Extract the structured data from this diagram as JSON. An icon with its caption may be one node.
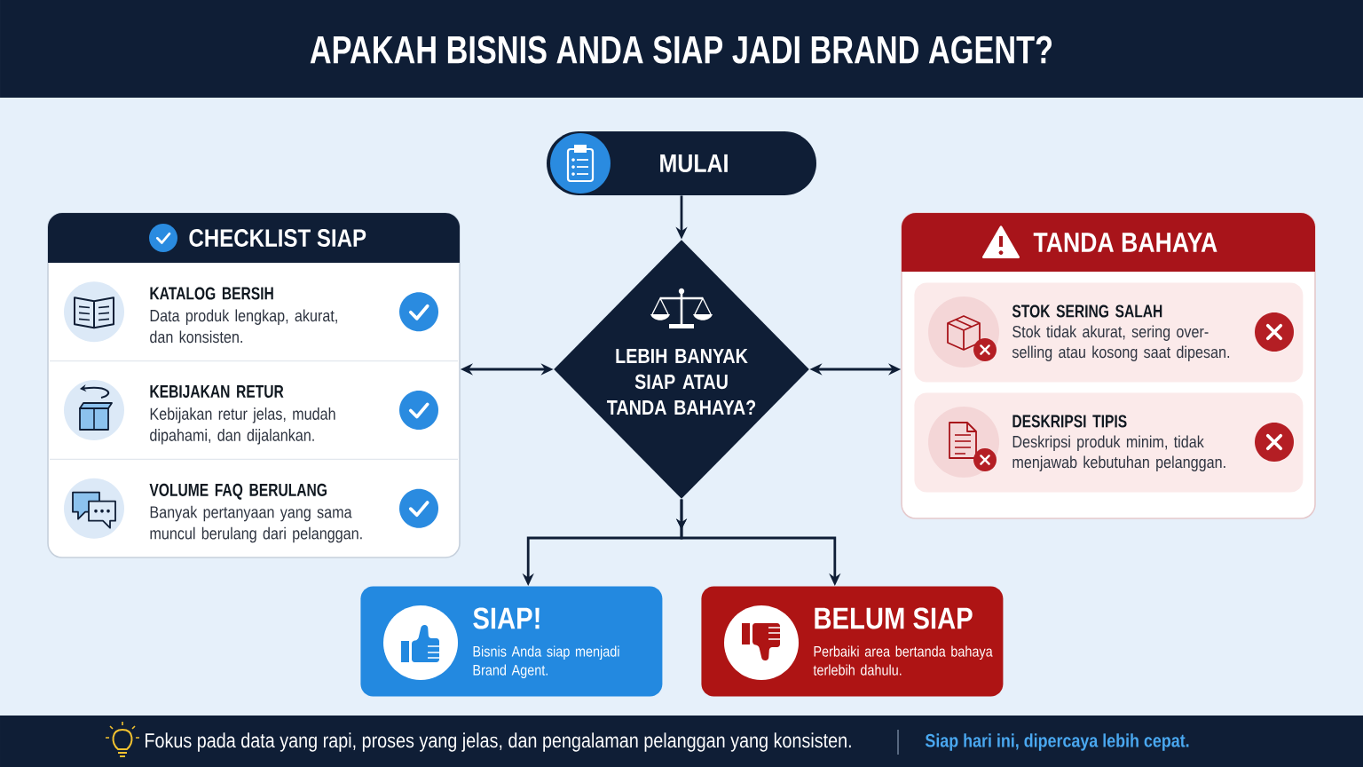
{
  "diagram": {
    "title": "APAKAH BISNIS ANDA SIAP JADI BRAND AGENT?",
    "nodes": [
      {
        "text": [
          "MULAI"
        ]
      },
      {
        "text": [
          "CHECKLIST SIAP"
        ]
      },
      {
        "text": [
          "KATALOG BERSIH",
          "Data produk lengkap, akurat, dan konsisten."
        ],
        "in": 1
      },
      {
        "text": [
          "KEBIJAKAN RETUR",
          "Kebijakan retur jelas, mudah dipahami, dan dijalankan."
        ],
        "in": 1
      },
      {
        "text": [
          "VOLUME FAQ BERULANG",
          "Banyak pertanyaan yang sama muncul berulang dari pelanggan."
        ],
        "in": 1
      },
      {
        "text": [
          "LEBIH BANYAK SIAP ATAU TANDA BAHAYA?"
        ]
      },
      {
        "text": [
          "TANDA BAHAYA"
        ]
      },
      {
        "text": [
          "STOK SERING SALAH",
          "Stok tidak akurat, sering over-selling atau kosong saat dipesan."
        ],
        "in": 6
      },
      {
        "text": [
          "DESKRIPSI TIPIS",
          "Deskripsi produk minim, tidak menjawab kebutuhan pelanggan."
        ],
        "in": 6
      },
      {
        "text": [
          "SIAP!",
          "Bisnis Anda siap menjadi Brand Agent."
        ]
      },
      {
        "text": [
          "BELUM SIAP",
          "Perbaiki area bertanda bahaya terlebih dahulu."
        ]
      }
    ],
    "edges": [
      {
        "from": 0,
        "to": 5,
        "arrow": "to"
      },
      {
        "from": 5,
        "to": 1,
        "arrow": "both"
      },
      {
        "from": 5,
        "to": 6,
        "arrow": "both"
      },
      {
        "from": 5,
        "to": 9,
        "arrow": "to"
      },
      {
        "from": 5,
        "to": 10,
        "arrow": "to"
      }
    ],
    "labels": [
      "Fokus pada data yang rapi, proses yang jelas, dan pengalaman pelanggan yang konsisten.",
      "Siap hari ini, dipercaya lebih cepat."
    ]
  }
}
